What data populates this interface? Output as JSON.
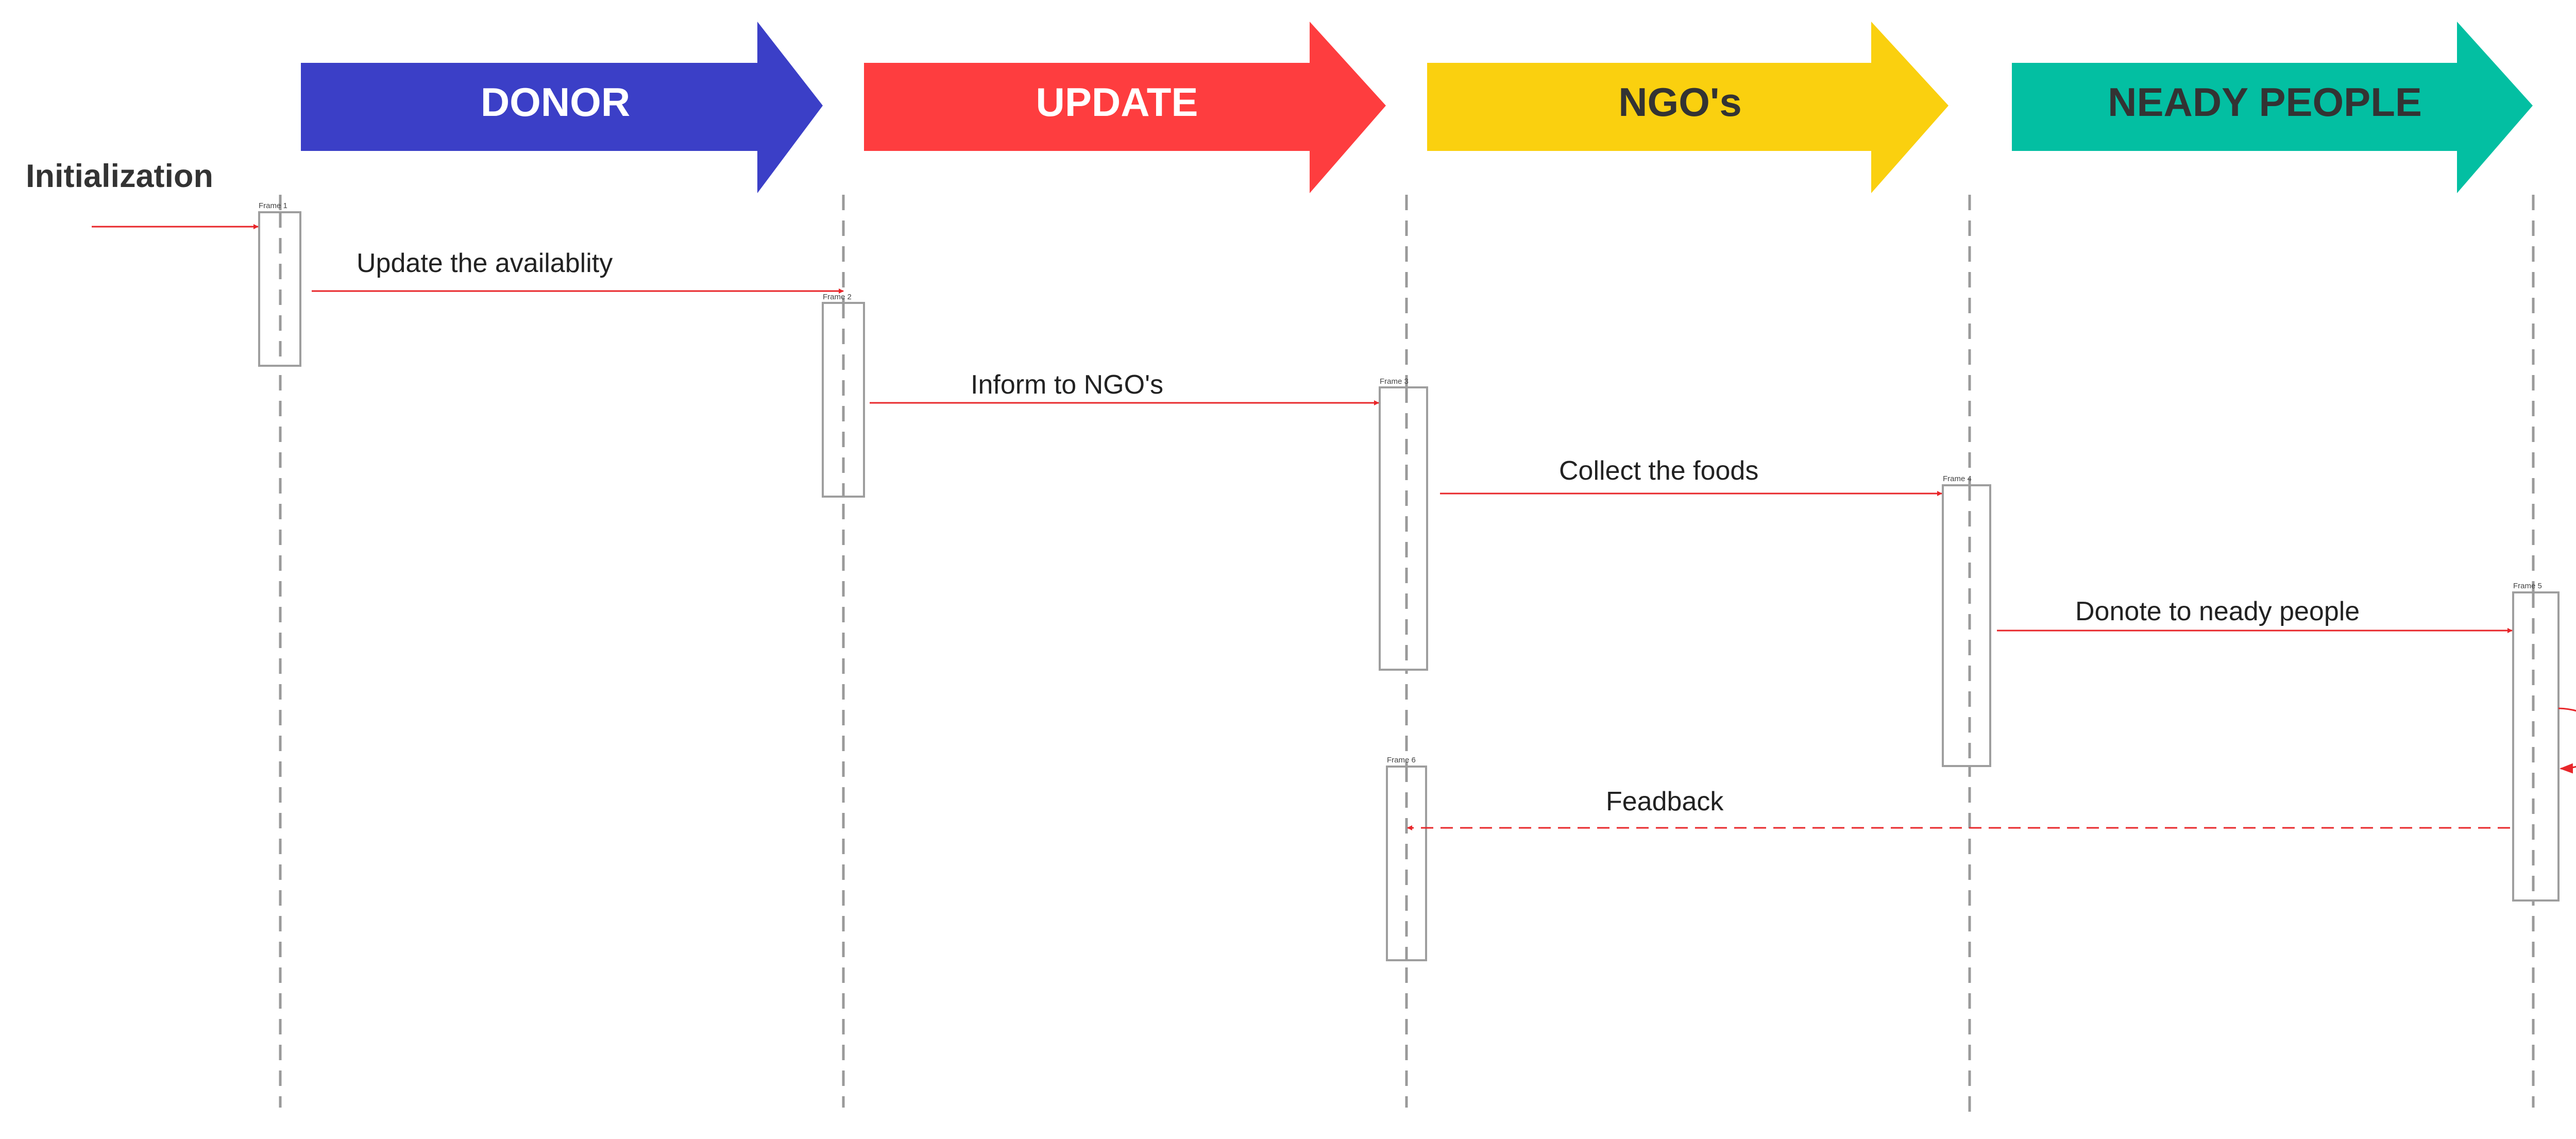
{
  "diagram": {
    "title": "Initialization",
    "arrow_color": "#e8262a",
    "lanes": [
      {
        "label": "DONOR",
        "color": "#3b3fc7",
        "text_color": "#ffffff"
      },
      {
        "label": "UPDATE",
        "color": "#fe3d3f",
        "text_color": "#ffffff"
      },
      {
        "label": "NGO's",
        "color": "#fad00f",
        "text_color": "#333333"
      },
      {
        "label": "NEADY PEOPLE",
        "color": "#03bfa2",
        "text_color": "#333333"
      }
    ],
    "frames": [
      {
        "label": "Frame 1"
      },
      {
        "label": "Frame 2"
      },
      {
        "label": "Frame 3"
      },
      {
        "label": "Frame 4"
      },
      {
        "label": "Frame 5"
      },
      {
        "label": "Frame 6"
      }
    ],
    "messages": [
      {
        "label": "Update the availablity",
        "from": "DONOR",
        "to": "UPDATE",
        "style": "solid"
      },
      {
        "label": "Inform to NGO's",
        "from": "UPDATE",
        "to": "NGO's",
        "style": "solid"
      },
      {
        "label": "Collect the foods",
        "from": "NGO's",
        "to": "NEADY PEOPLE",
        "style": "solid"
      },
      {
        "label": "Donote to neady people",
        "from": "NEADY PEOPLE",
        "to": "NEADY PEOPLE",
        "style": "solid"
      },
      {
        "label": "Feadback",
        "from": "NEADY PEOPLE",
        "to": "NGO's",
        "style": "dashed"
      }
    ]
  }
}
